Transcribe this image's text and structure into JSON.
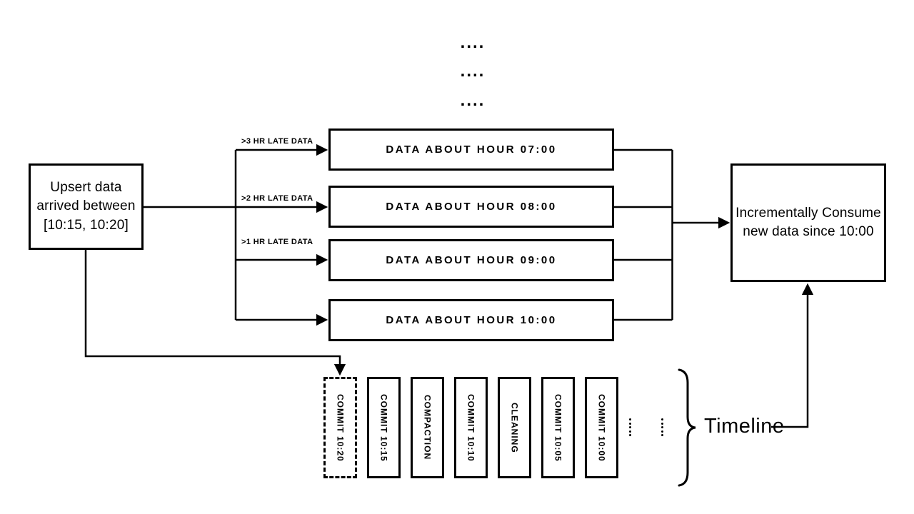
{
  "diagram": {
    "type": "flow-diagram",
    "top_ellipsis_rows": [
      "....",
      "....",
      "...."
    ],
    "upsert_box": {
      "line1": "Upsert data",
      "line2": "arrived between",
      "line3": "[10:15, 10:20]"
    },
    "branch_labels": [
      ">3 HR LATE DATA",
      ">2 HR LATE DATA",
      ">1 HR LATE DATA"
    ],
    "data_boxes": [
      {
        "label": "DATA ABOUT HOUR 07:00"
      },
      {
        "label": "DATA ABOUT HOUR 08:00"
      },
      {
        "label": "DATA ABOUT HOUR 09:00"
      },
      {
        "label": "DATA ABOUT HOUR 10:00"
      }
    ],
    "consume_box": {
      "line1": "Incrementally Consume",
      "line2": "new data since 10:00"
    },
    "timeline": {
      "caption": "Timeline",
      "entries": [
        {
          "label": "COMMIT 10:20",
          "border": "dashed"
        },
        {
          "label": "COMMIT 10:15",
          "border": "solid"
        },
        {
          "label": "COMPACTION",
          "border": "solid"
        },
        {
          "label": "COMMIT 10:10",
          "border": "solid"
        },
        {
          "label": "CLEANING",
          "border": "solid"
        },
        {
          "label": "COMMIT 10:05",
          "border": "solid"
        },
        {
          "label": "COMMIT 10:00",
          "border": "solid"
        }
      ]
    },
    "colors": {
      "ink": "#000000",
      "background": "#ffffff"
    }
  }
}
